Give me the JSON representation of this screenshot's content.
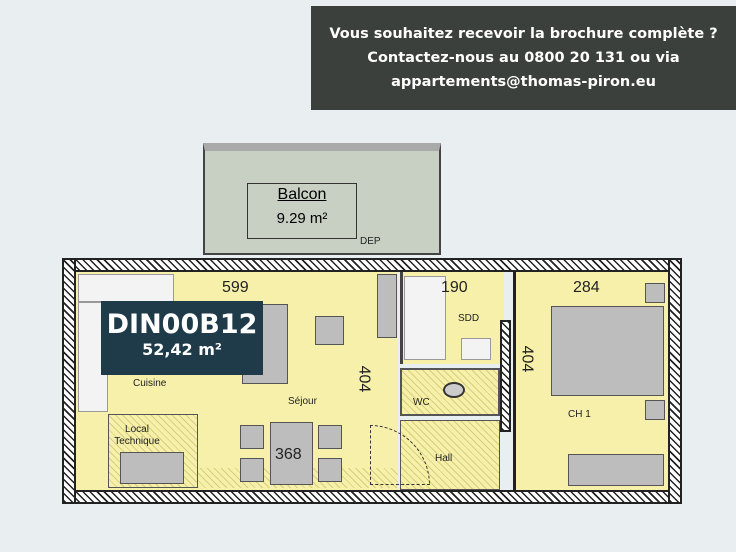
{
  "banner": {
    "line1": "Vous souhaitez recevoir la brochure complète ?",
    "line2": "Contactez-nous au 0800 20 131 ou via",
    "line3": "appartements@thomas-piron.eu"
  },
  "unit": {
    "code": "DIN00B12",
    "area": "52,42 m²"
  },
  "balcony": {
    "label": "Balcon",
    "area": "9.29 m²",
    "dep": "DEP"
  },
  "rooms": {
    "sejour": "Séjour",
    "cuisine": "Cuisine",
    "local": "Local Technique",
    "sdd": "SDD",
    "wc": "WC",
    "hall": "Hall",
    "ch1": "CH 1"
  },
  "dimensions": {
    "sejour_width": "599",
    "sejour_depth": "404",
    "table": "368",
    "sdd_width": "190",
    "ch1_width": "284",
    "ch1_depth": "404"
  }
}
